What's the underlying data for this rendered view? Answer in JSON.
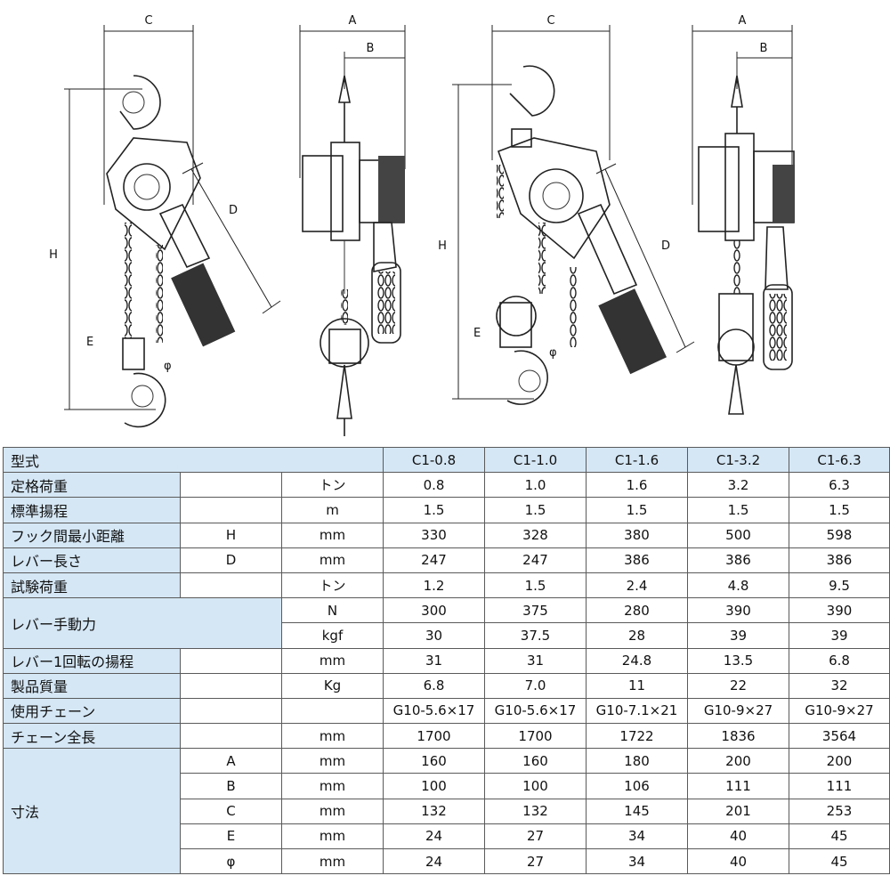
{
  "drawing_labels": {
    "C": "C",
    "A": "A",
    "B": "B",
    "H": "H",
    "D": "D",
    "E": "E",
    "phi": "φ"
  },
  "table": {
    "header_label": "型式",
    "models": [
      "C1-0.8",
      "C1-1.0",
      "C1-1.6",
      "C1-3.2",
      "C1-6.3"
    ],
    "rows": [
      {
        "label": "定格荷重",
        "symbol": "",
        "unit": "トン",
        "values": [
          "0.8",
          "1.0",
          "1.6",
          "3.2",
          "6.3"
        ]
      },
      {
        "label": "標準揚程",
        "symbol": "",
        "unit": "m",
        "values": [
          "1.5",
          "1.5",
          "1.5",
          "1.5",
          "1.5"
        ]
      },
      {
        "label": "フック間最小距離",
        "symbol": "H",
        "unit": "mm",
        "values": [
          "330",
          "328",
          "380",
          "500",
          "598"
        ]
      },
      {
        "label": "レバー長さ",
        "symbol": "D",
        "unit": "mm",
        "values": [
          "247",
          "247",
          "386",
          "386",
          "386"
        ]
      },
      {
        "label": "試験荷重",
        "symbol": "",
        "unit": "トン",
        "values": [
          "1.2",
          "1.5",
          "2.4",
          "4.8",
          "9.5"
        ]
      }
    ],
    "lever_force": {
      "label": "レバー手動力",
      "rows": [
        {
          "unit": "N",
          "values": [
            "300",
            "375",
            "280",
            "390",
            "390"
          ]
        },
        {
          "unit": "kgf",
          "values": [
            "30",
            "37.5",
            "28",
            "39",
            "39"
          ]
        }
      ]
    },
    "rows2": [
      {
        "label": "レバー1回転の揚程",
        "symbol": "",
        "unit": "mm",
        "values": [
          "31",
          "31",
          "24.8",
          "13.5",
          "6.8"
        ]
      },
      {
        "label": "製品質量",
        "symbol": "",
        "unit": "Kg",
        "values": [
          "6.8",
          "7.0",
          "11",
          "22",
          "32"
        ]
      },
      {
        "label": "使用チェーン",
        "symbol": "",
        "unit": "",
        "values": [
          "G10-5.6×17",
          "G10-5.6×17",
          "G10-7.1×21",
          "G10-9×27",
          "G10-9×27"
        ]
      },
      {
        "label": "チェーン全長",
        "symbol": "",
        "unit": "mm",
        "values": [
          "1700",
          "1700",
          "1722",
          "1836",
          "3564"
        ]
      }
    ],
    "dimensions": {
      "label": "寸法",
      "rows": [
        {
          "symbol": "A",
          "unit": "mm",
          "values": [
            "160",
            "160",
            "180",
            "200",
            "200"
          ]
        },
        {
          "symbol": "B",
          "unit": "mm",
          "values": [
            "100",
            "100",
            "106",
            "111",
            "111"
          ]
        },
        {
          "symbol": "C",
          "unit": "mm",
          "values": [
            "132",
            "132",
            "145",
            "201",
            "253"
          ]
        },
        {
          "symbol": "E",
          "unit": "mm",
          "values": [
            "24",
            "27",
            "34",
            "40",
            "45"
          ]
        },
        {
          "symbol": "φ",
          "unit": "mm",
          "values": [
            "24",
            "27",
            "34",
            "40",
            "45"
          ]
        }
      ]
    }
  }
}
